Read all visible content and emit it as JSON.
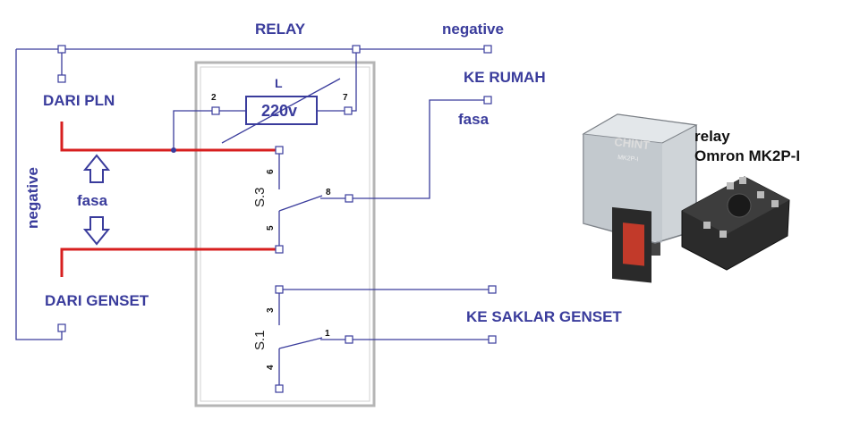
{
  "labels": {
    "relay": "RELAY",
    "negative_top": "negative",
    "ke_rumah": "KE RUMAH",
    "fasa_right": "fasa",
    "dari_pln": "DARI PLN",
    "fasa_left": "fasa",
    "negative_left": "negative",
    "dari_genset": "DARI GENSET",
    "ke_saklar_genset": "KE SAKLAR GENSET",
    "coil_l": "L",
    "coil_voltage": "220v",
    "pin_2": "2",
    "pin_7": "7",
    "pin_6": "6",
    "pin_8": "8",
    "pin_5": "5",
    "pin_3": "3",
    "pin_1": "1",
    "pin_4": "4",
    "switch_s3": "S.3",
    "switch_s1": "S.1",
    "photo_caption_line1": "relay",
    "photo_caption_line2": "Omron MK2P-I",
    "relay_brand": "CHINT",
    "relay_model": "MK2P-I"
  },
  "colors": {
    "wire": "#3a3c9c",
    "phase_wire": "#d71f1f",
    "label": "#3a3c9c",
    "box": "#b8b8b8"
  }
}
